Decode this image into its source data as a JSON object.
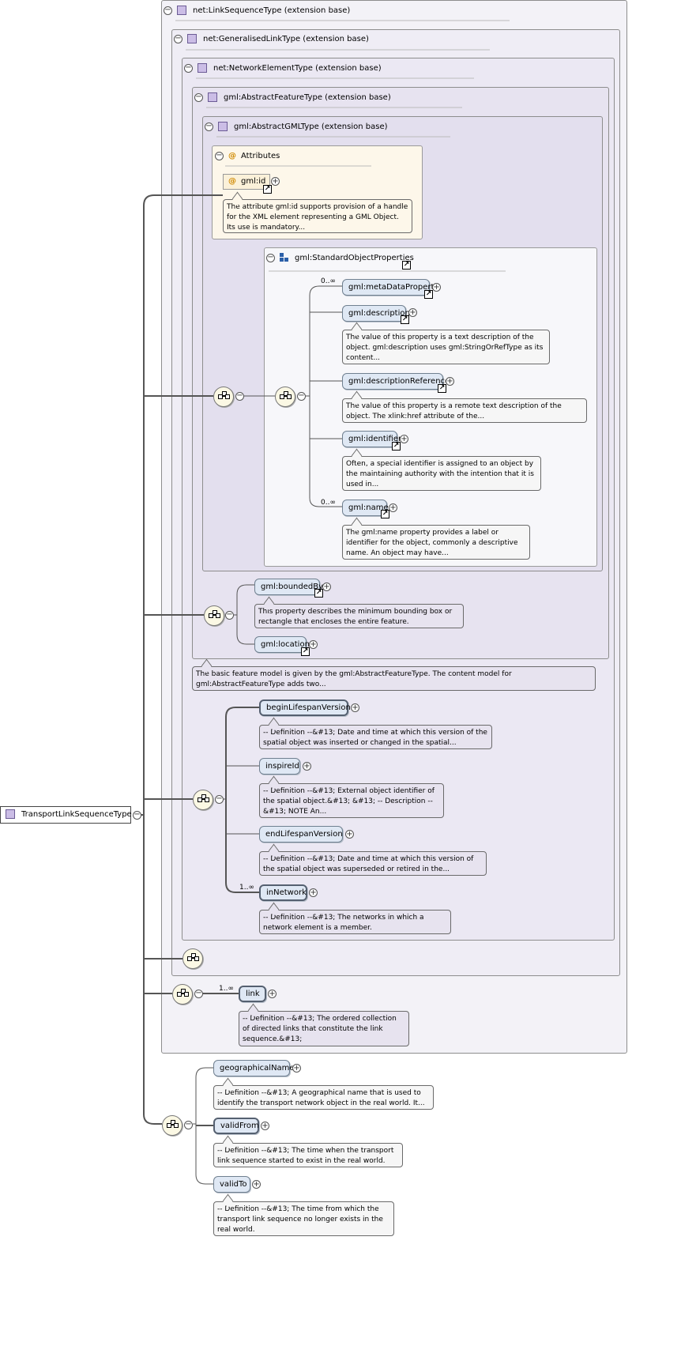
{
  "root": {
    "label": "TransportLinkSequenceType"
  },
  "frames": {
    "link_sequence": "net:LinkSequenceType (extension base)",
    "generalised_link": "net:GeneralisedLinkType (extension base)",
    "network_element": "net:NetworkElementType (extension base)",
    "abstract_feature": "gml:AbstractFeatureType (extension base)",
    "abstract_gml": "gml:AbstractGMLType (extension base)"
  },
  "attributes": {
    "title": "Attributes",
    "gml_id": "gml:id",
    "gml_id_doc": "The attribute gml:id supports provision of a handle for the XML element representing a GML Object. Its use is mandatory..."
  },
  "standard_object_properties": {
    "title": "gml:StandardObjectProperties",
    "elements": [
      {
        "name": "gml:metaDataProperty",
        "occurs": "0..∞",
        "doc": ""
      },
      {
        "name": "gml:description",
        "occurs": "",
        "doc": "The value of this property is a text description of the object. gml:description uses gml:StringOrRefType as its content..."
      },
      {
        "name": "gml:descriptionReference",
        "occurs": "",
        "doc": "The value of this property is a remote text description of the object. The xlink:href attribute of the..."
      },
      {
        "name": "gml:identifier",
        "occurs": "",
        "doc": "Often, a special identifier is assigned to an object by the maintaining authority with the intention that it is used in..."
      },
      {
        "name": "gml:name",
        "occurs": "0..∞",
        "doc": "The gml:name property provides a label or identifier for the object, commonly a descriptive name. An object may have..."
      }
    ]
  },
  "feature": {
    "bounded_by": "gml:boundedBy",
    "bounded_by_doc": "This property describes the minimum bounding box or rectangle that encloses the entire feature.",
    "location": "gml:location",
    "feature_doc": "The basic feature model is given by the gml:AbstractFeatureType. The content model for gml:AbstractFeatureType adds two..."
  },
  "network_element": {
    "elements": [
      {
        "name": "beginLifespanVersion",
        "occurs": "",
        "doc": "-- Definition --&#13; Date and time at which this version of the spatial object was inserted or changed in the spatial..."
      },
      {
        "name": "inspireId",
        "occurs": "",
        "doc": "-- Definition --&#13; External object identifier of the spatial object.&#13; &#13; -- Description --&#13; NOTE An..."
      },
      {
        "name": "endLifespanVersion",
        "occurs": "",
        "doc": "-- Definition --&#13; Date and time at which this version of the spatial object was superseded or retired in the..."
      },
      {
        "name": "inNetwork",
        "occurs": "1..∞",
        "doc": "-- Definition --&#13; The networks in which a network element is a member."
      }
    ]
  },
  "link_sequence": {
    "link": "link",
    "link_occurs": "1..∞",
    "link_doc": "-- Definition --&#13; The ordered collection of directed links that constitute the link sequence.&#13;"
  },
  "transport": {
    "elements": [
      {
        "name": "geographicalName",
        "doc": "-- Definition --&#13; A geographical name that is used to identify the transport network object in the real world. It..."
      },
      {
        "name": "validFrom",
        "doc": "-- Definition --&#13; The time when the transport link sequence started to exist in the real world."
      },
      {
        "name": "validTo",
        "doc": "-- Definition --&#13; The time from which the transport link sequence no longer exists in the real world."
      }
    ]
  },
  "symbols": {
    "collapse": "−",
    "expand": "+",
    "link_arrow": "↗"
  },
  "colors": {
    "frame_bg": "#eeebf4",
    "element_bg": "#dfe8f4",
    "attr_bg": "#fdf7ea",
    "compositor_bg": "#fbf8e4"
  }
}
